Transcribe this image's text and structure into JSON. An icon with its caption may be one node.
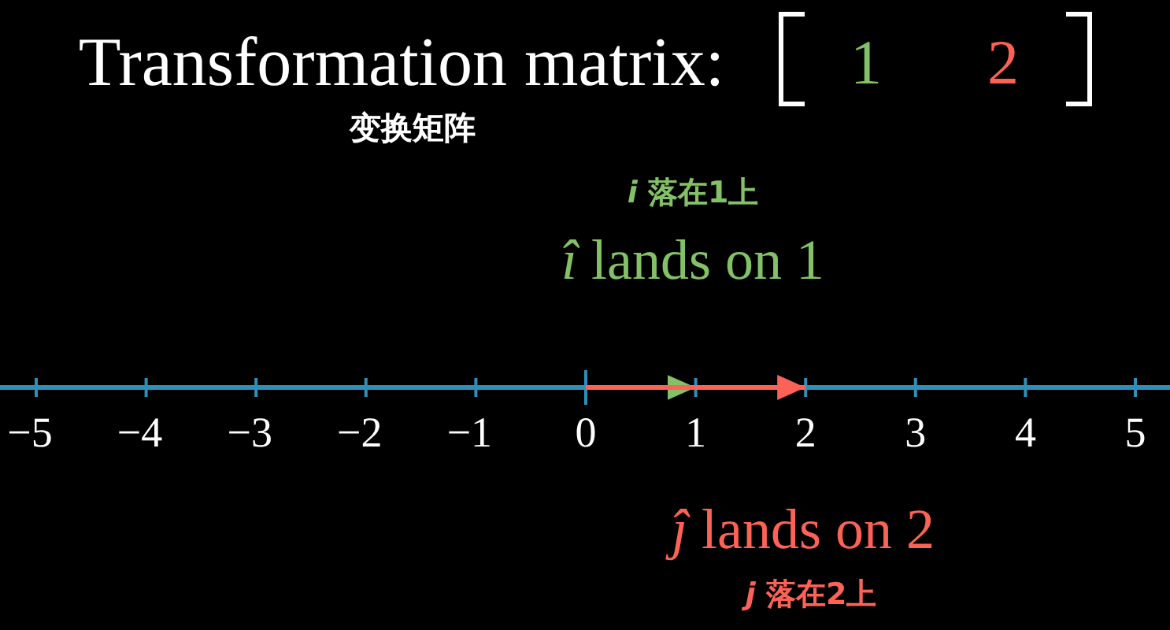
{
  "diagram": {
    "title": "Transformation matrix:",
    "labels": [
      "1",
      "2",
      "变换矩阵",
      "*i* 落在1上",
      "*î* lands on 1",
      "−5",
      "−4",
      "−3",
      "−2",
      "−1",
      "0",
      "1",
      "2",
      "3",
      "4",
      "5",
      "*ĵ* lands on 2",
      "*j* 落在2上"
    ]
  }
}
